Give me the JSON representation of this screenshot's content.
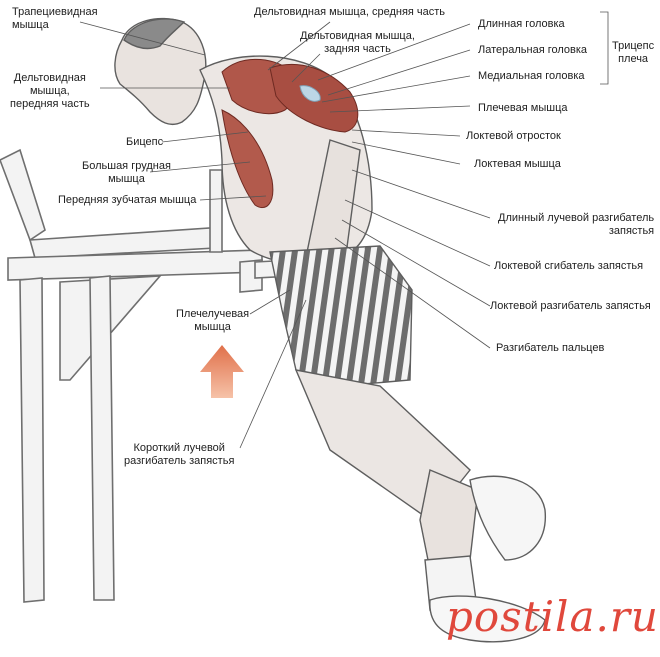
{
  "labels": {
    "trapezius": "Трапециевидная\nмышца",
    "deltoid_middle": "Дельтовидная мышца, средняя часть",
    "deltoid_rear": "Дельтовидная мышца,\nзадняя часть",
    "long_head": "Длинная головка",
    "lateral_head": "Латеральная головка",
    "medial_head": "Медиальная головка",
    "triceps": "Трицепс\nплеча",
    "deltoid_front": "Дельтовидная\nмышца,\nпередняя часть",
    "brachialis": "Плечевая мышца",
    "olecranon": "Локтевой отросток",
    "biceps": "Бицепс",
    "anconeus": "Локтевая мышца",
    "pectoralis": "Большая грудная\nмышца",
    "serratus": "Передняя зубчатая мышца",
    "ecr_longus": "Длинный лучевой разгибатель\nзапястья",
    "fcu": "Локтевой сгибатель запястья",
    "ecu": "Локтевой разгибатель запястья",
    "brachioradialis": "Плечелучевая\nмышца",
    "ext_digitorum": "Разгибатель пальцев",
    "ecr_brevis": "Короткий лучевой\nразгибатель запястья"
  },
  "watermark": "postila.ru",
  "colors": {
    "muscle": "#b0574a",
    "muscle_dark": "#7d3128",
    "arrow": "#e08055",
    "line": "#555555",
    "watermark": "#e0483c"
  }
}
